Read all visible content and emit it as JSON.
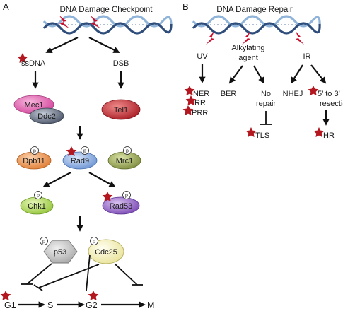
{
  "panel_a": {
    "letter": "A",
    "title": "DNA Damage Checkpoint",
    "ssdna": "ssDNA",
    "dsb": "DSB",
    "mec1": "Mec1",
    "ddc2": "Ddc2",
    "tel1": "Tel1",
    "dpb11": "Dpb11",
    "rad9": "Rad9",
    "mrc1": "Mrc1",
    "chk1": "Chk1",
    "rad53": "Rad53",
    "p53": "p53",
    "cdc25": "Cdc25",
    "phospho": "p",
    "g1": "G1",
    "s": "S",
    "g2": "G2",
    "m": "M"
  },
  "panel_b": {
    "letter": "B",
    "title": "DNA Damage Repair",
    "uv": "UV",
    "alkylating_1": "Alkylating",
    "alkylating_2": "agent",
    "ir": "IR",
    "ner": "NER",
    "rr": "RR",
    "prr": "PRR",
    "ber": "BER",
    "no_1": "No",
    "no_2": "repair",
    "tls": "TLS",
    "nhej": "NHEJ",
    "resection_1": "5’ to 3’",
    "resection_2": "resection",
    "hr": "HR"
  },
  "colors": {
    "helix_dark": "#2f4d7a",
    "helix_light": "#8fb3d9",
    "bolt": "#c8102e",
    "star": "#b3171f",
    "mec1": "#e05fae",
    "ddc2": "#5a6477",
    "tel1": "#b8262c",
    "dpb11": "#e58a44",
    "rad9": "#7ea4dc",
    "mrc1": "#8a9a4a",
    "chk1": "#a7d34a",
    "rad53": "#8a5bbf",
    "p53": "#bdbdbd",
    "cdc25": "#f4f1b8"
  }
}
